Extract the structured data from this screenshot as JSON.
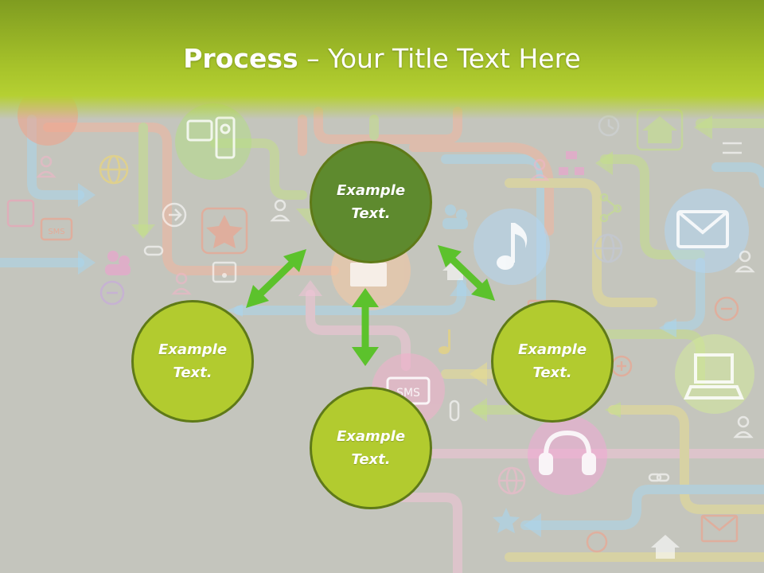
{
  "title": {
    "bold": "Process",
    "rest": " – Your Title Text Here"
  },
  "center": {
    "text": "Example\nText.",
    "color": "#5e8a2e"
  },
  "nodes": [
    {
      "id": "left",
      "text": "Example\nText.",
      "color": "#b2cb2f"
    },
    {
      "id": "bottom",
      "text": "Example\nText.",
      "color": "#b2cb2f"
    },
    {
      "id": "right",
      "text": "Example\nText.",
      "color": "#b2cb2f"
    }
  ],
  "arrow_color": "#5cc22c",
  "background_icons": [
    "rss-icon",
    "sms-icon",
    "globe-icon",
    "user-group-icon",
    "star-icon",
    "wifi-icon",
    "music-note-icon",
    "envelope-icon",
    "laptop-icon",
    "headphones-icon",
    "home-icon",
    "share-icon",
    "clock-icon",
    "sitemap-icon",
    "link-icon",
    "paperclip-icon"
  ]
}
